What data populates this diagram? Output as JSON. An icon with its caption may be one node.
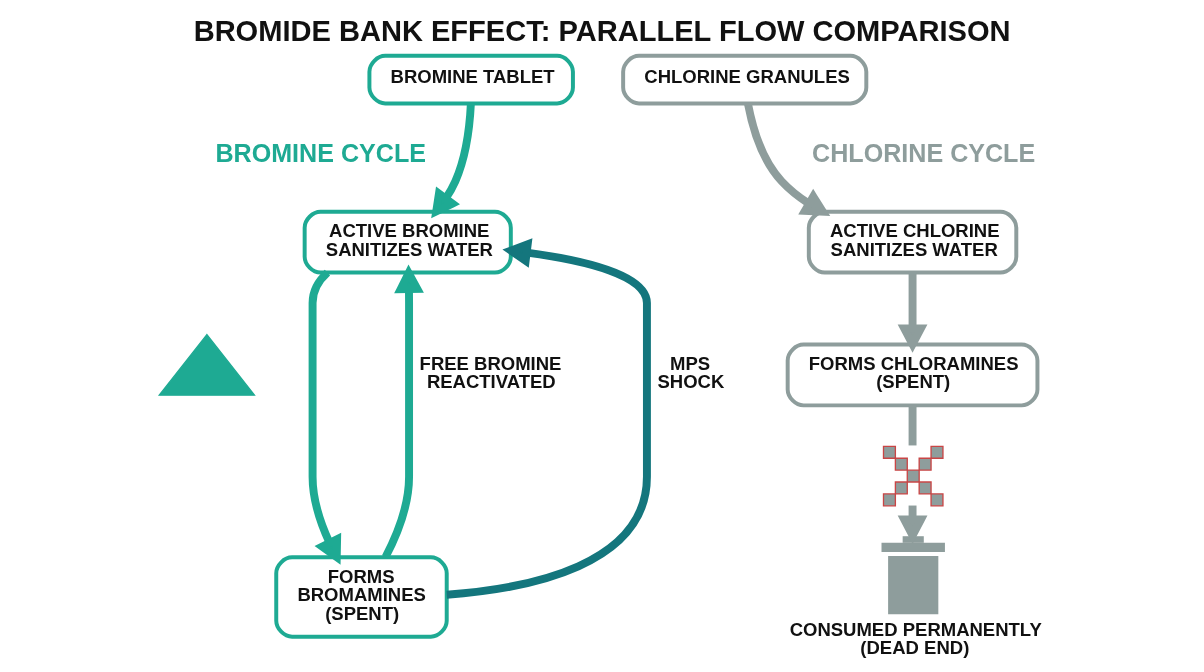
{
  "diagram": {
    "title": "BROMIDE BANK EFFECT: PARALLEL FLOW COMPARISON",
    "nodes": [
      {
        "text": [
          "BROMINE TABLET"
        ]
      },
      {
        "text": [
          "CHLORINE GRANULES"
        ]
      },
      {
        "text": [
          "ACTIVE BROMINE SANITIZES WATER"
        ]
      },
      {
        "text": [
          "ACTIVE CHLORINE SANITIZES WATER"
        ]
      },
      {
        "text": [],
        "shape": "picture"
      },
      {
        "text": [
          "FORMS CHLORAMINES (SPENT)"
        ]
      },
      {
        "text": [],
        "shape": "cross"
      },
      {
        "text": [
          "FORMS BROMAMINES (SPENT)"
        ]
      },
      {
        "text": [
          "CONSUMED PERMANENTLY (DEAD END)"
        ]
      }
    ],
    "edges": [
      {
        "from": 0,
        "to": 2,
        "arrow": "to",
        "color": "#1eaa93"
      },
      {
        "from": 2,
        "to": 7,
        "arrow": "to",
        "color": "#1eaa93"
      },
      {
        "from": 7,
        "to": 2,
        "arrow": "to",
        "label": "FREE BROMINE REACTIVATED",
        "color": "#1eaa93"
      },
      {
        "from": 7,
        "to": 2,
        "arrow": "to",
        "label": "MPS SHOCK",
        "color": "#14767d"
      },
      {
        "from": 1,
        "to": 3,
        "arrow": "to",
        "color": "#8e9d9c"
      },
      {
        "from": 3,
        "to": 5,
        "arrow": "to",
        "color": "#8e9d9c"
      },
      {
        "from": 5,
        "to": 6,
        "arrow": "none",
        "color": "#8e9d9c"
      },
      {
        "from": 6,
        "to": 8,
        "arrow": "to",
        "color": "#8e9d9c"
      }
    ],
    "labels": [
      "BROMINE CYCLE",
      "CHLORINE CYCLE"
    ]
  }
}
